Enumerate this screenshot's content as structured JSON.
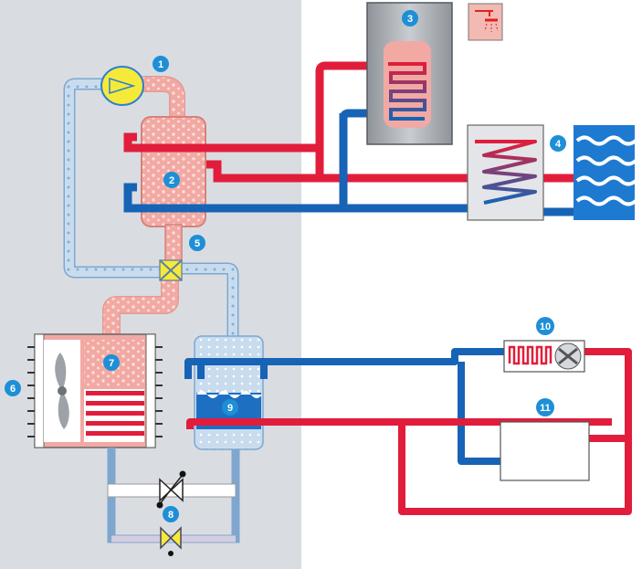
{
  "colors": {
    "panel": "#d9dde2",
    "hot": "#e11d3b",
    "cold": "#1763b5",
    "refrigerant_gas": "#f2a9a3",
    "refrigerant_liquid": "#c9dcee",
    "valve": "#f5ea3a",
    "badge": "#1e8fd6",
    "tank": "#a9adb3"
  },
  "badges": {
    "compressor": "1",
    "condenser": "2",
    "hot_water_tank": "3",
    "floor_heating": "4",
    "expansion_valve": "5",
    "fan_unit": "6",
    "evaporator": "7",
    "reversing_valves": "8",
    "cooling_exchanger": "9",
    "fan_coil": "10",
    "radiator": "11"
  },
  "icons": {
    "shower": "shower-icon",
    "water": "water-waves-icon",
    "fan": "fan-icon"
  }
}
